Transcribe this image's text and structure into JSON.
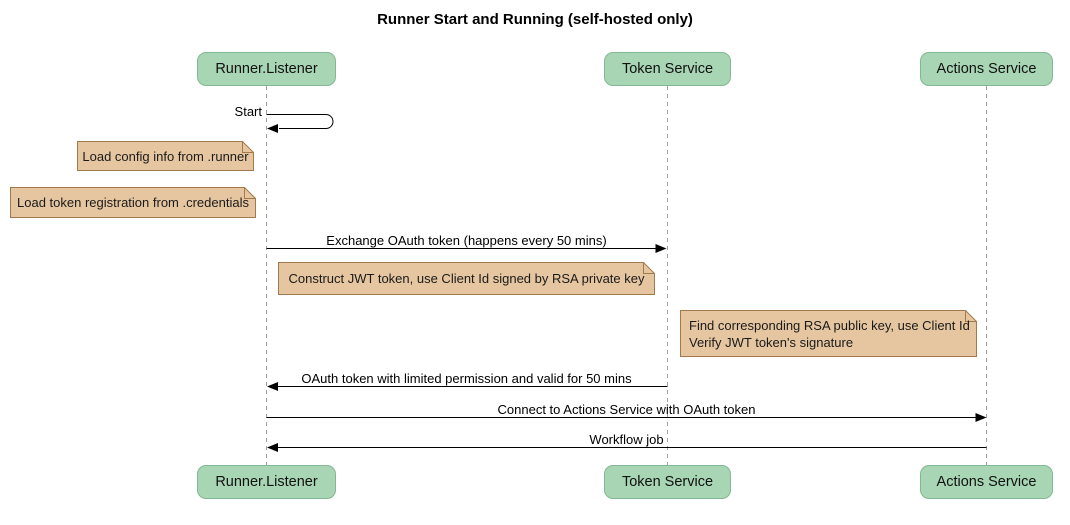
{
  "title": "Runner Start and Running (self-hosted only)",
  "participants": {
    "runner": "Runner.Listener",
    "token": "Token Service",
    "actions": "Actions Service"
  },
  "messages": {
    "start": "Start",
    "exchange_oauth": "Exchange OAuth token (happens every 50 mins)",
    "oauth_return": "OAuth token with limited permission and valid for 50 mins",
    "connect_actions": "Connect to Actions Service with OAuth token",
    "workflow_job": "Workflow job"
  },
  "notes": {
    "load_config": "Load config info from .runner",
    "load_credentials": "Load token registration from .credentials",
    "construct_jwt": "Construct JWT token, use Client Id signed by RSA private key",
    "verify_jwt_line1": "Find corresponding RSA public key, use Client Id",
    "verify_jwt_line2": "Verify JWT token's signature"
  },
  "colors": {
    "participant_fill": "#a8d5b4",
    "participant_border": "#84b795",
    "note_fill": "#e6c6a0",
    "note_border": "#a07a4c",
    "lifeline": "#a0a0a0",
    "arrow": "#000000"
  }
}
